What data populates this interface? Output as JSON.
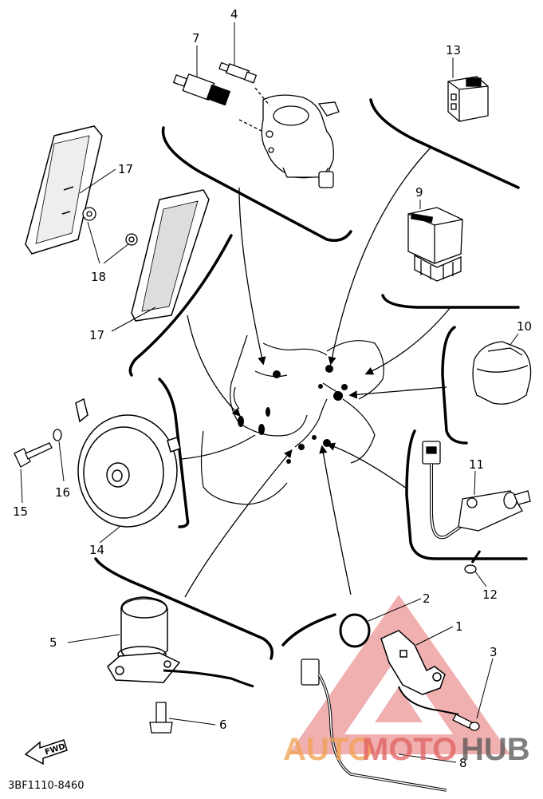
{
  "diagram": {
    "callouts": [
      "1",
      "2",
      "3",
      "4",
      "5",
      "6",
      "7",
      "8",
      "9",
      "10",
      "11",
      "12",
      "13",
      "14",
      "15",
      "16",
      "17",
      "17",
      "18"
    ],
    "part_code": "3BF1110-8460",
    "fwd_label": "FWD"
  },
  "watermark": {
    "part_1": "AUTO",
    "part_2": "MOTO",
    "part_3": "HUB",
    "colors": {
      "auto": "#f0a050",
      "moto": "#e06060",
      "hub": "#555555",
      "triangle": "#e04040"
    }
  }
}
